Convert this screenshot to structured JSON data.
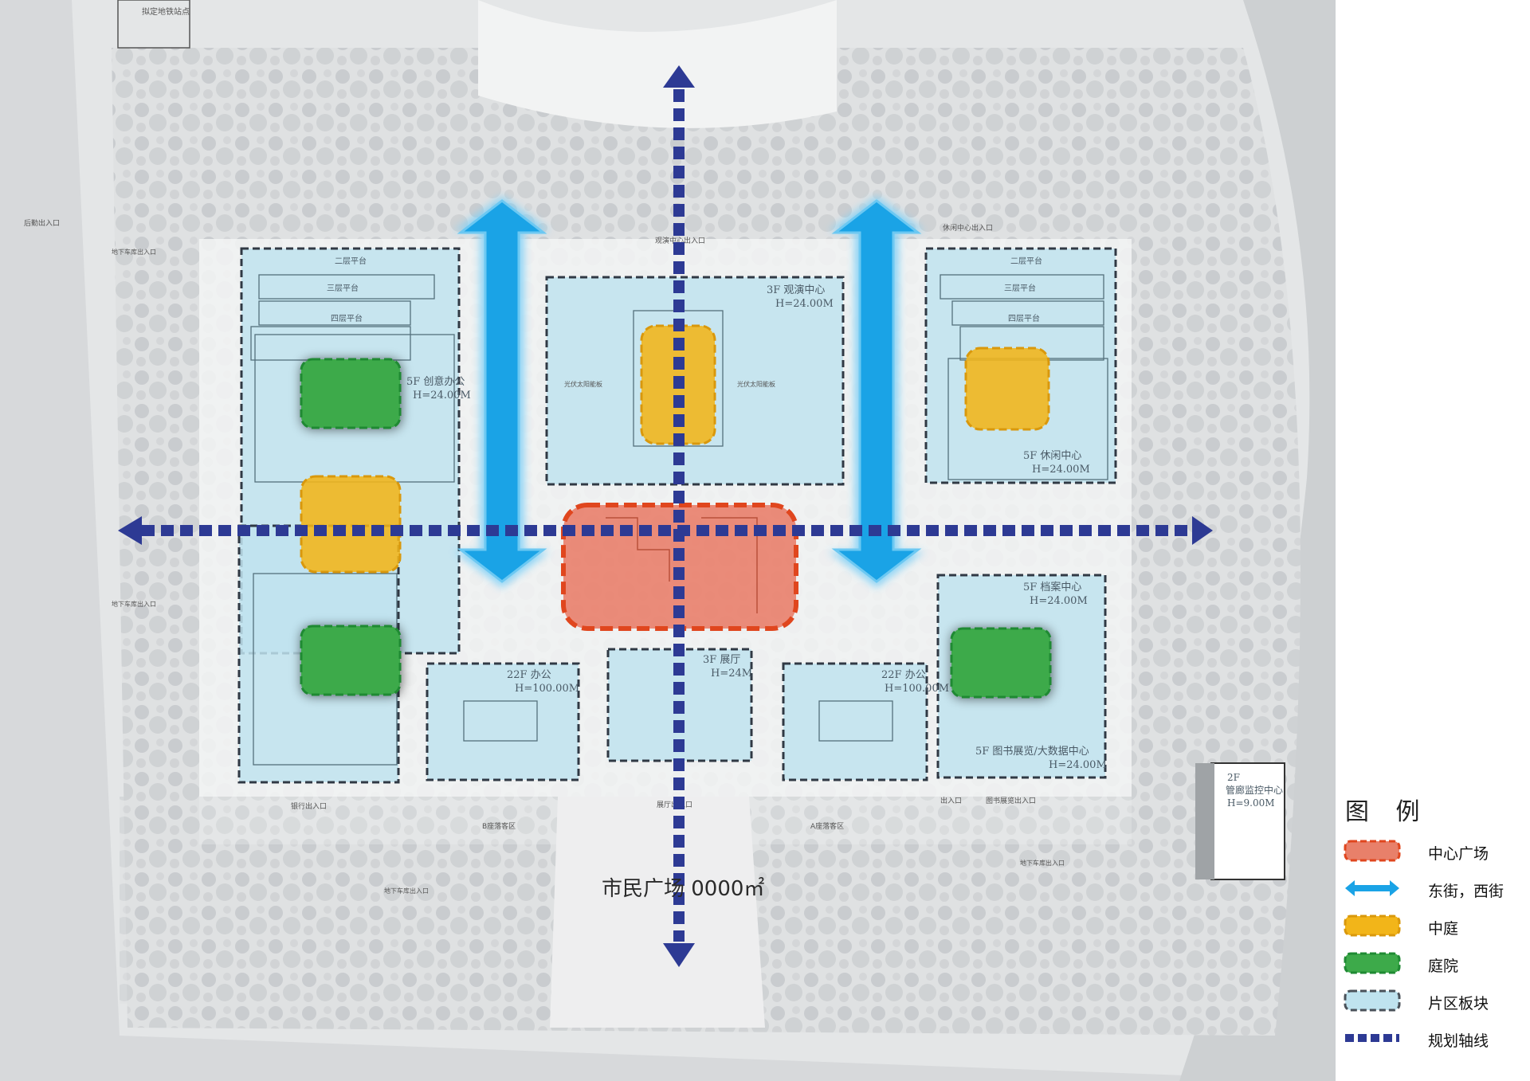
{
  "plan": {
    "top_note": "拟定地铁站点",
    "civic_plaza": "市民广场 0000㎡",
    "blocks": [
      {
        "id": "creative-office",
        "lines": [
          "5F 创意办公",
          "H=24.00M"
        ]
      },
      {
        "id": "performance-center",
        "lines": [
          "3F 观演中心",
          "H=24.00M"
        ]
      },
      {
        "id": "leisure-center",
        "lines": [
          "5F 休闲中心",
          "H=24.00M"
        ]
      },
      {
        "id": "archives-center",
        "lines": [
          "5F 档案中心",
          "H=24.00M"
        ]
      },
      {
        "id": "office-a",
        "lines": [
          "22F 办公",
          "H=100.00M"
        ]
      },
      {
        "id": "exhibition-hall",
        "lines": [
          "3F 展厅",
          "H=24M"
        ]
      },
      {
        "id": "office-b",
        "lines": [
          "22F 办公",
          "H=100.00M"
        ]
      },
      {
        "id": "library-bigdata",
        "lines": [
          "5F 图书展览/大数据中心",
          "H=24.00M"
        ]
      },
      {
        "id": "monitoring-center",
        "lines": [
          "2F",
          "管廊监控中心",
          "H=9.00M"
        ]
      }
    ],
    "platforms_left": [
      "二层平台",
      "三层平台",
      "四层平台"
    ],
    "platforms_right": [
      "二层平台",
      "三层平台",
      "四层平台"
    ],
    "small_labels": {
      "left_entrance": "后勤出入口",
      "leisure_entrance": "休闲中心出入口",
      "performance_entrance": "观演中心出入口",
      "underground_entrance_1": "地下车库出入口",
      "underground_entrance_2": "地下车库出入口",
      "underground_entrance_3": "地下车库出入口",
      "underground_entrance_4": "地下车库出入口",
      "bank_entrance": "银行出入口",
      "exhibition_entrance": "展厅出入口",
      "library_entrance": "图书展览出入口",
      "exit": "出入口",
      "zone_b": "B座落客区",
      "zone_a": "A座落客区",
      "solar_left": "光伏太阳能板",
      "solar_right": "光伏太阳能板"
    },
    "colors": {
      "block_fill": "#bfe3ef",
      "axis": "#2d3a94",
      "street": "#1aa3e6",
      "atrium": "#f2b519",
      "courtyard": "#3daa4a",
      "central_plaza": "#e8624a",
      "central_plaza_border": "#e0461e"
    }
  },
  "legend": {
    "title": "图 例",
    "items": [
      {
        "key": "central-plaza",
        "label": "中心广场"
      },
      {
        "key": "streets",
        "label": "东街，西街"
      },
      {
        "key": "atrium",
        "label": "中庭"
      },
      {
        "key": "courtyard",
        "label": "庭院"
      },
      {
        "key": "zone-block",
        "label": "片区板块"
      },
      {
        "key": "planning-axis",
        "label": "规划轴线"
      }
    ]
  }
}
